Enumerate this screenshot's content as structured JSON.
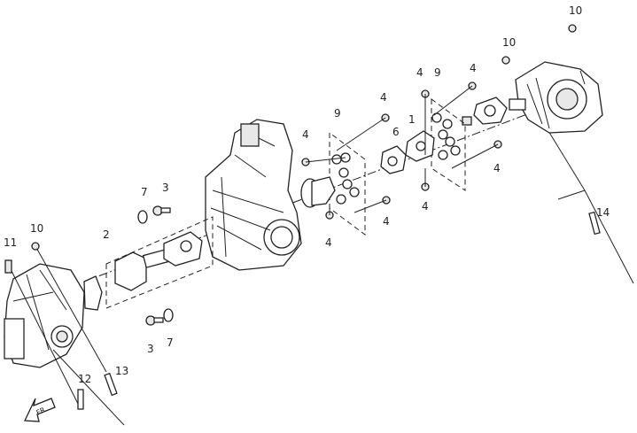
{
  "callouts": [
    "10",
    "10",
    "4",
    "9",
    "4",
    "4",
    "9",
    "1",
    "6",
    "4",
    "4",
    "4",
    "4",
    "4",
    "7",
    "3",
    "14",
    "2",
    "10",
    "11",
    "3",
    "7",
    "13",
    "12"
  ],
  "direction_arrow": {
    "icon": "front-direction-arrow-icon",
    "text": "FR"
  }
}
